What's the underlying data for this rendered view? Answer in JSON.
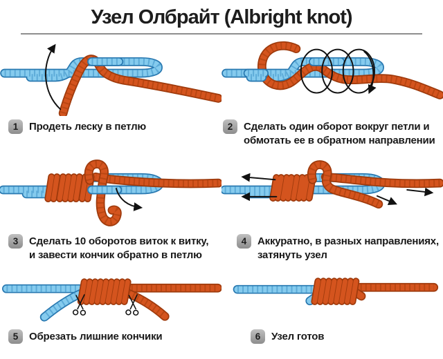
{
  "title": "Узел Олбрайт (Albright knot)",
  "steps": [
    {
      "number": "1",
      "text": "Продеть леску в петлю"
    },
    {
      "number": "2",
      "text": "Сделать один оборот вокруг петли и\nобмотать ее в обратном направлении"
    },
    {
      "number": "3",
      "text": "Сделать 10 оборотов виток к витку,\nи завести кончик обратно в петлю"
    },
    {
      "number": "4",
      "text": "Аккуратно, в разных направлениях,\nзатянуть узел"
    },
    {
      "number": "5",
      "text": "Обрезать лишние кончики"
    },
    {
      "number": "6",
      "text": "Узел готов"
    }
  ],
  "colors": {
    "main_line_fill": "#85CBEE",
    "main_line_outline": "#2878B0",
    "leader_line_fill": "#D4541E",
    "leader_line_outline": "#9E3A0C",
    "badge_background": "#9D9D9D",
    "text": "#181818",
    "divider": "#8E8E8E",
    "arrow": "#111111"
  }
}
